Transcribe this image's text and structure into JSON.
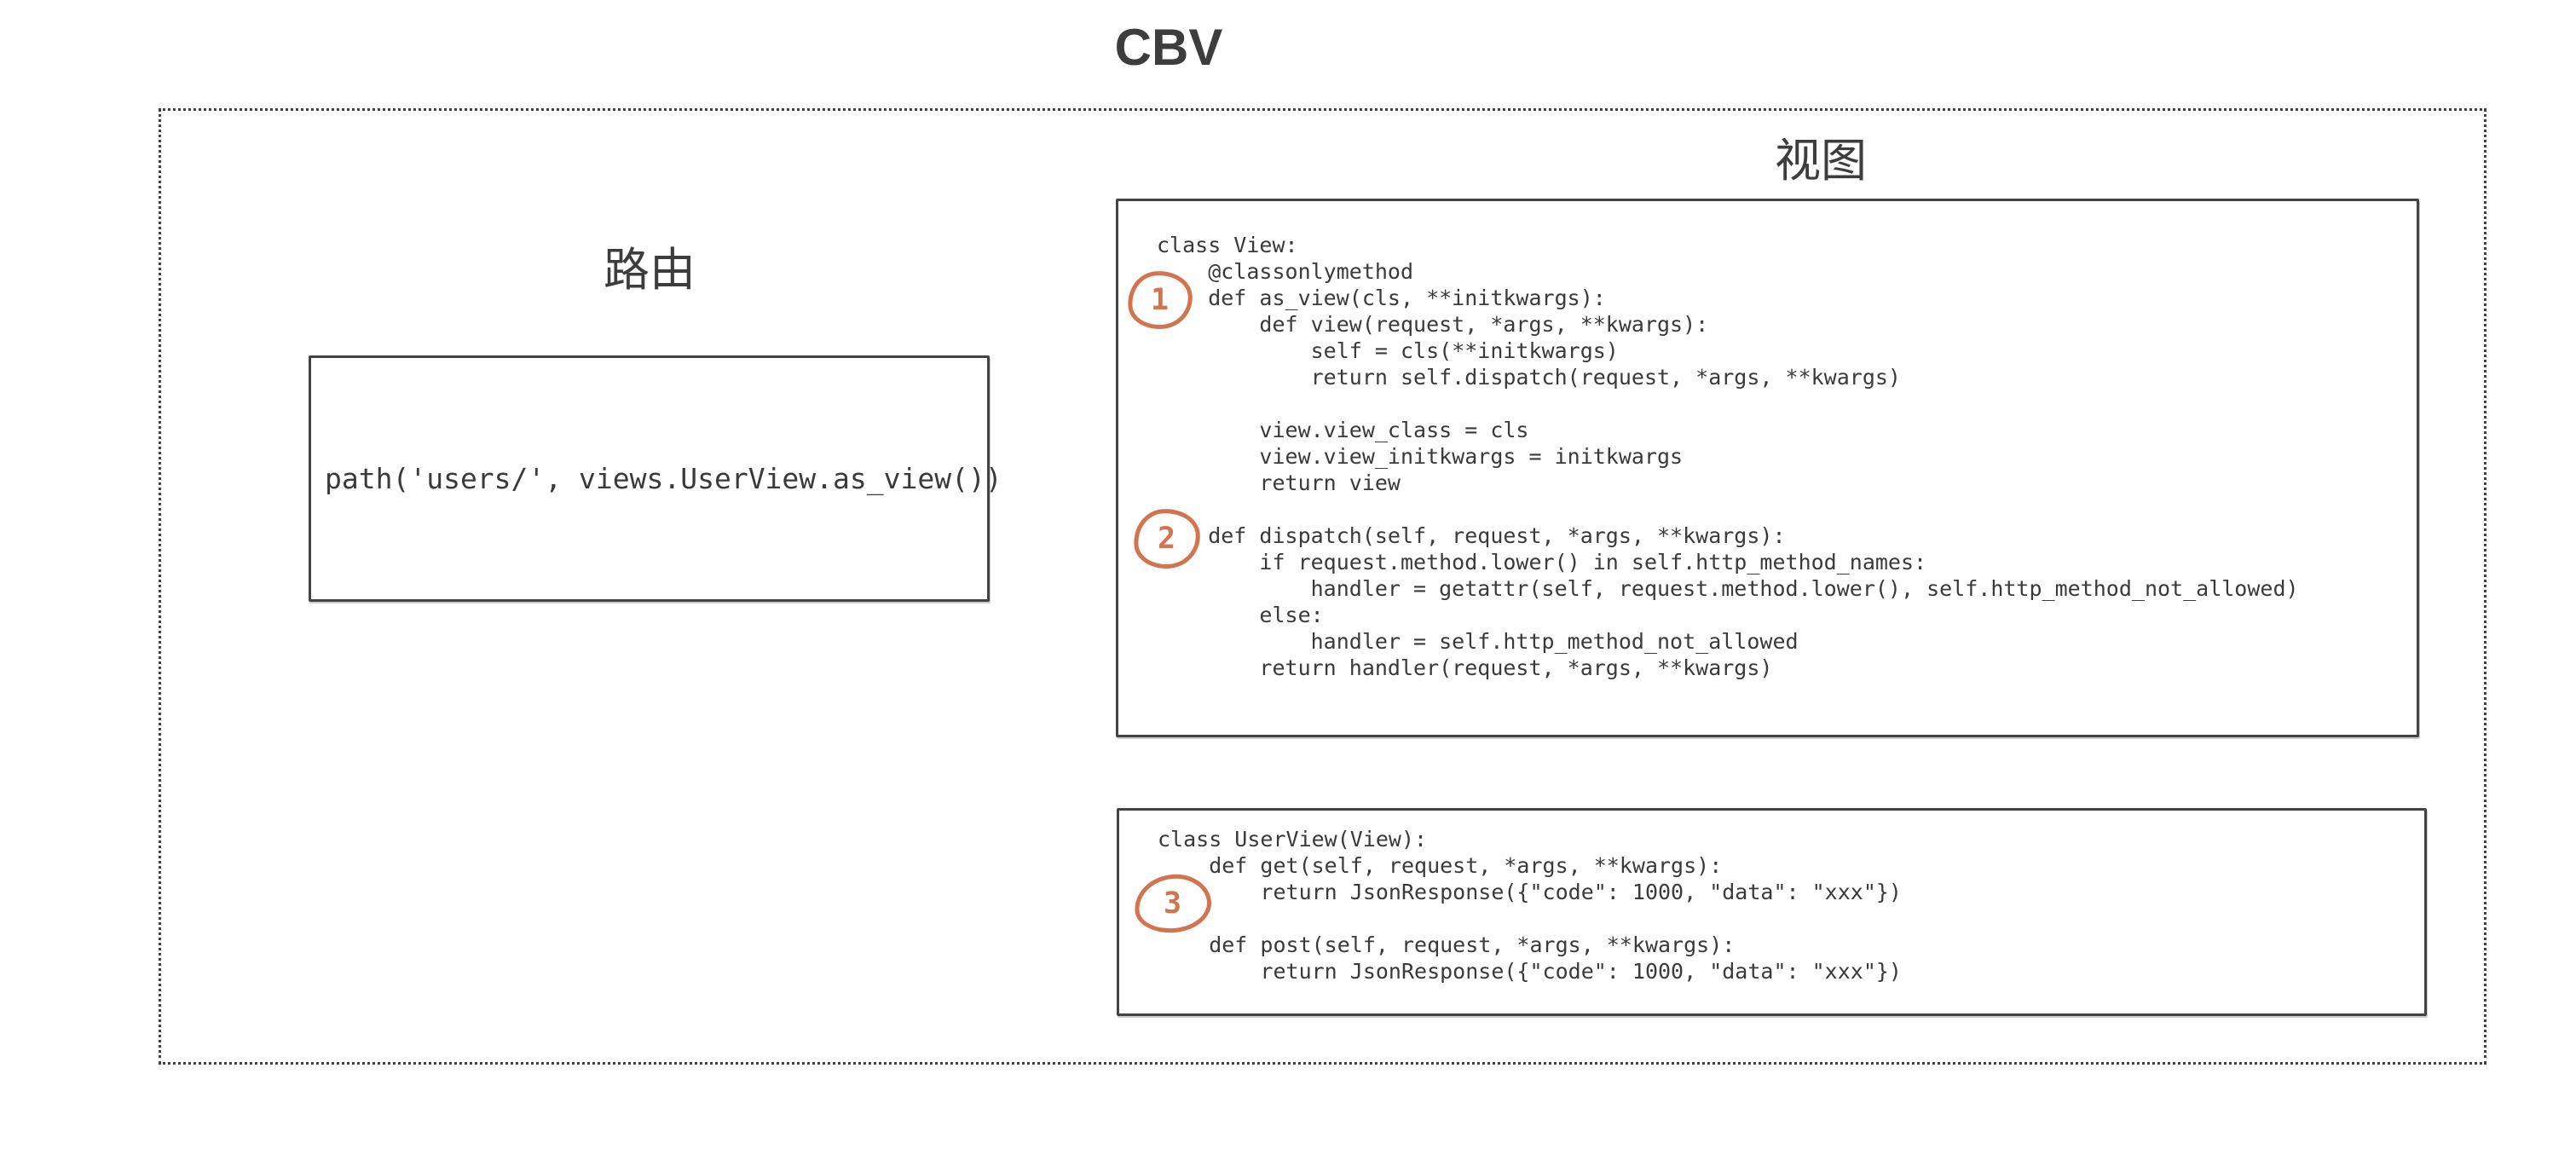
{
  "title": "CBV",
  "colors": {
    "accent_orange": "#d2744e",
    "box_border": "#434343",
    "text": "#3a3a3a",
    "frame_dotted": "#414141",
    "background": "#ffffff"
  },
  "routing": {
    "label": "路由",
    "code": "path('users/', views.UserView.as_view())"
  },
  "views": {
    "label": "视图",
    "view_class_box": {
      "lines": [
        "class View:",
        "    @classonlymethod",
        "    def as_view(cls, **initkwargs):",
        "        def view(request, *args, **kwargs):",
        "            self = cls(**initkwargs)",
        "            return self.dispatch(request, *args, **kwargs)",
        "",
        "        view.view_class = cls",
        "        view.view_initkwargs = initkwargs",
        "        return view",
        "",
        "    def dispatch(self, request, *args, **kwargs):",
        "        if request.method.lower() in self.http_method_names:",
        "            handler = getattr(self, request.method.lower(), self.http_method_not_allowed)",
        "        else:",
        "            handler = self.http_method_not_allowed",
        "        return handler(request, *args, **kwargs)"
      ]
    },
    "user_view_box": {
      "lines": [
        "class UserView(View):",
        "    def get(self, request, *args, **kwargs):",
        "        return JsonResponse({\"code\": 1000, \"data\": \"xxx\"})",
        "",
        "    def post(self, request, *args, **kwargs):",
        "        return JsonResponse({\"code\": 1000, \"data\": \"xxx\"})"
      ]
    }
  },
  "markers": {
    "step1": "1",
    "step2": "2",
    "step3": "3"
  }
}
